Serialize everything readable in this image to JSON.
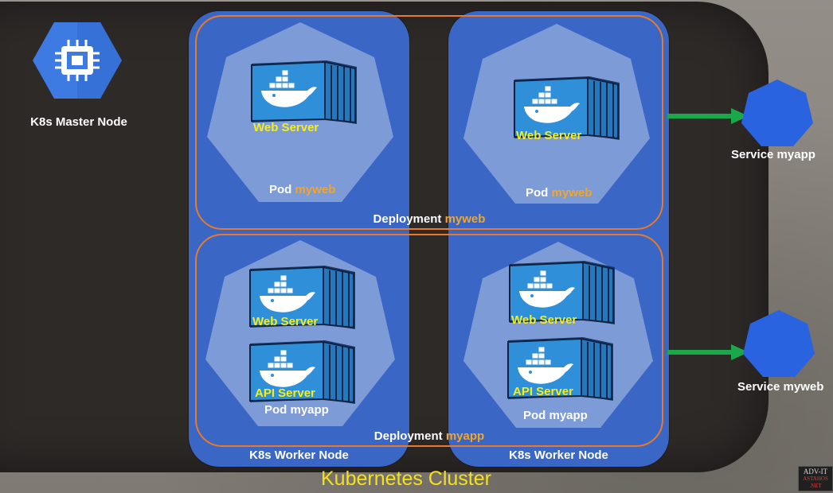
{
  "master": {
    "label": "K8s Master Node",
    "icon": "chip-hexagon-icon"
  },
  "workers": [
    {
      "label": "K8s Worker Node"
    },
    {
      "label": "K8s Worker Node"
    }
  ],
  "deployments": {
    "myweb": {
      "prefix": "Deployment",
      "name": "myweb"
    },
    "myapp": {
      "prefix": "Deployment",
      "name": "myapp"
    }
  },
  "pods": [
    {
      "prefix": "Pod",
      "name": "myweb",
      "containers": [
        "Web Server"
      ]
    },
    {
      "prefix": "Pod",
      "name": "myweb",
      "containers": [
        "Web Server"
      ]
    },
    {
      "text": "Pod myapp",
      "containers": [
        "Web Server",
        "API Server"
      ]
    },
    {
      "text": "Pod myapp",
      "containers": [
        "Web Server",
        "API Server"
      ]
    }
  ],
  "services": [
    {
      "label": "Service myapp"
    },
    {
      "label": "Service myweb"
    }
  ],
  "cluster_title": "Kubernetes Cluster",
  "watermark": {
    "line1": "ADV-IT",
    "line2": "ASTAHOS",
    "line3": ".NET"
  },
  "colors": {
    "node_blue": "#3a66c6",
    "deployment_border": "#e87a2a",
    "container_label": "#f4ee1c",
    "service_blue": "#2a63e0",
    "arrow_green": "#1aa84a",
    "cluster_bg": "#2e2a28"
  }
}
